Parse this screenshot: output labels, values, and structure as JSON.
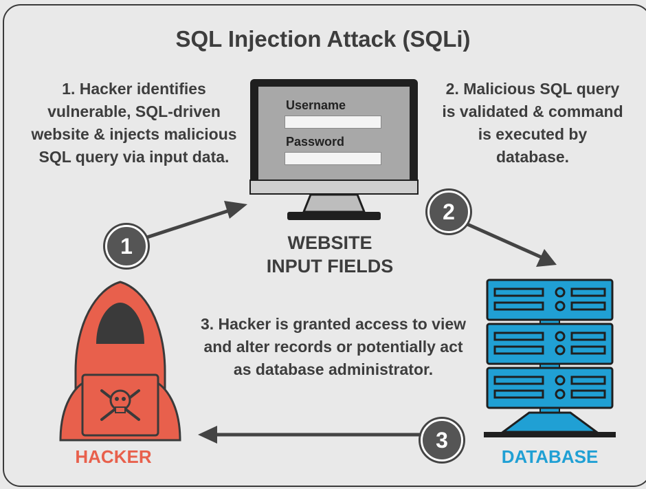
{
  "title": "SQL Injection Attack (SQLi)",
  "steps": {
    "step1": "1. Hacker identifies vulnerable, SQL-driven website & injects malicious SQL query via input data.",
    "step2": "2. Malicious SQL query is validated & command is executed by database.",
    "step3": "3. Hacker is granted access to view and alter records or potentially act as database administrator."
  },
  "website": {
    "label_line1": "WEBSITE",
    "label_line2": "INPUT FIELDS",
    "username_label": "Username",
    "password_label": "Password"
  },
  "badges": [
    "1",
    "2",
    "3"
  ],
  "actors": {
    "hacker": "HACKER",
    "database": "DATABASE"
  },
  "colors": {
    "hacker": "#e8604c",
    "database": "#20a0d4",
    "text": "#3d3d3d",
    "background": "#e9e9e9"
  },
  "icons": [
    "monitor-icon",
    "hacker-hoodie-icon",
    "skull-crossbones-icon",
    "server-rack-icon",
    "arrow-icon"
  ]
}
